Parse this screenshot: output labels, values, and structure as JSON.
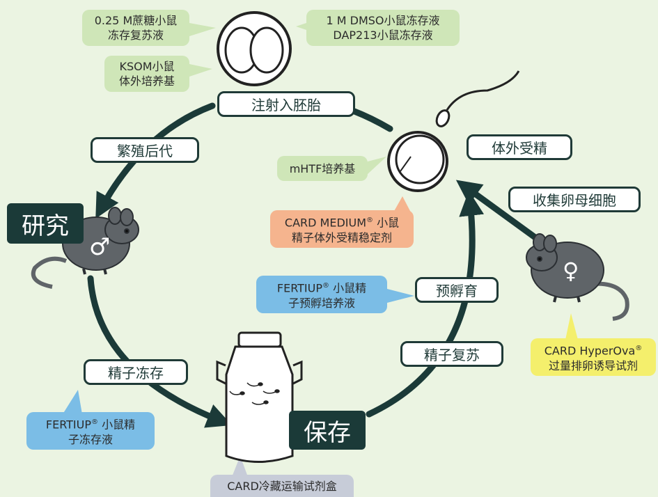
{
  "labels": {
    "research": "研究",
    "storage": "保存",
    "embryo_transfer": "注射入胚胎",
    "breeding": "繁殖后代",
    "sperm_freezing": "精子冻存",
    "sperm_thawing": "精子复苏",
    "preincubation": "预孵育",
    "ivf": "体外受精",
    "oocyte_collection": "收集卵母细胞"
  },
  "callouts": {
    "sucrose_1": "0.25 M蔗糖小鼠",
    "sucrose_2": "冻存复苏液",
    "ksom_1": "KSOM小鼠",
    "ksom_2": "体外培养基",
    "dmso_1": "1 M DMSO小鼠冻存液",
    "dmso_2": "DAP213小鼠冻存液",
    "mhtf": "mHTF培养基",
    "card_medium_1a": "CARD MEDIUM",
    "card_medium_1b": " 小鼠",
    "card_medium_2": "精子体外受精稳定剂",
    "fertiup_pre_1a": "FERTIUP",
    "fertiup_pre_1b": " 小鼠精",
    "fertiup_pre_2": "子预孵培养液",
    "fertiup_cryo_1a": "FERTIUP",
    "fertiup_cryo_1b": " 小鼠精",
    "fertiup_cryo_2": "子冻存液",
    "hyperova_1a": "CARD HyperOva",
    "hyperova_2": "过量排卵诱导试剂",
    "card_box": "CARD冷藏运输试剂盒",
    "reg": "®"
  },
  "symbols": {
    "male": "♂",
    "female": "♀"
  },
  "icons": [
    "two-cell-embryo-icon",
    "oocyte-icon",
    "sperm-icon",
    "mouse-male-icon",
    "mouse-female-icon",
    "liquid-nitrogen-tank-icon",
    "cycle-arrow-icon"
  ],
  "colors": {
    "background": "#ebf4e2",
    "dark": "#1b3a38",
    "green": "#cfe6b8",
    "orange": "#f5b48e",
    "blue": "#7bbde6",
    "yellow": "#f4ef6c",
    "grayblue": "#c7ccd8",
    "mouse": "#5f6468"
  }
}
